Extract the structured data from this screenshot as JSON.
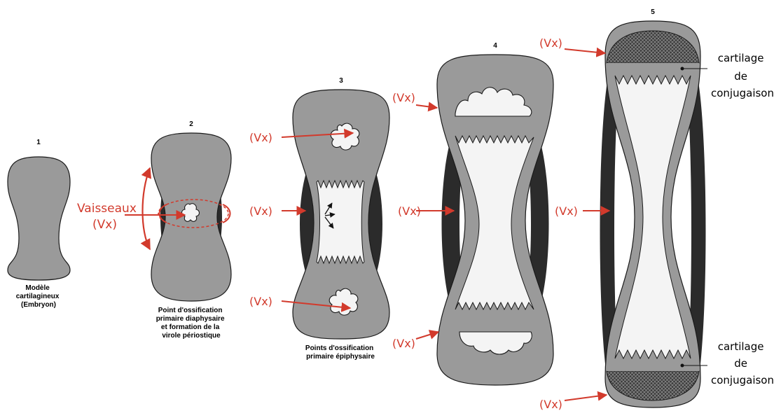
{
  "stages": [
    {
      "number": "1",
      "caption": [
        "Modèle",
        "cartilagineux",
        "(Embryon)"
      ]
    },
    {
      "number": "2",
      "caption": [
        "Point d'ossification",
        "primaire diaphysaire",
        "et formation de la",
        "virole périostique"
      ]
    },
    {
      "number": "3",
      "caption": [
        "Points d'ossification",
        "primaire épiphysaire"
      ]
    },
    {
      "number": "4"
    },
    {
      "number": "5"
    }
  ],
  "labels": {
    "vaisseaux": "Vaisseaux",
    "vx": "(Vx)",
    "cartilage_lines": [
      "cartilage",
      "de",
      "conjugaison"
    ]
  },
  "colors": {
    "cartilage": "#9a9a9a",
    "periosteum": "#2b2b2b",
    "bone": "#f4f4f4",
    "vessel": "#d23a2c"
  }
}
